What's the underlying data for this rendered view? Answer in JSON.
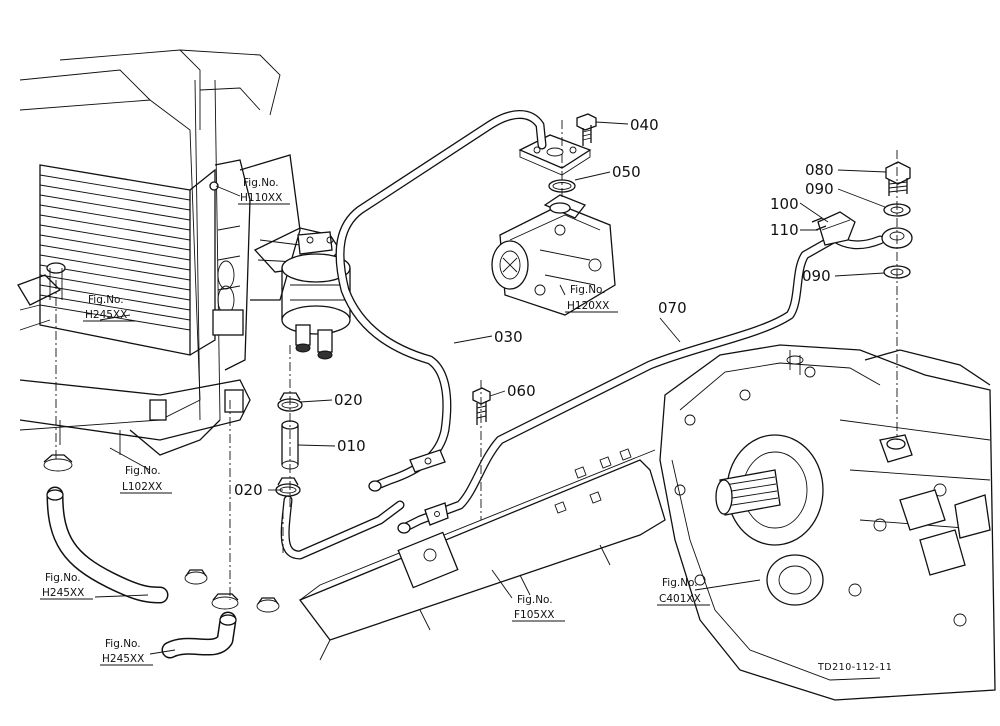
{
  "callouts": {
    "p010": "010",
    "p020a": "020",
    "p020b": "020",
    "p030": "030",
    "p040": "040",
    "p050": "050",
    "p060": "060",
    "p070": "070",
    "p080": "080",
    "p090a": "090",
    "p090b": "090",
    "p100": "100",
    "p110": "110"
  },
  "figure_refs": {
    "h110": {
      "label": "Fig.No.",
      "code": "H110XX"
    },
    "h120": {
      "label": "Fig.No.",
      "code": "H120XX"
    },
    "h245_top": {
      "label": "Fig.No.",
      "code": "H245XX"
    },
    "l102": {
      "label": "Fig.No.",
      "code": "L102XX"
    },
    "h245_left": {
      "label": "Fig.No.",
      "code": "H245XX"
    },
    "h245_bottom": {
      "label": "Fig.No.",
      "code": "H245XX"
    },
    "f105": {
      "label": "Fig.No.",
      "code": "F105XX"
    },
    "c401": {
      "label": "Fig.No.",
      "code": "C401XX"
    }
  },
  "drawing_code": "TD210-112-11"
}
